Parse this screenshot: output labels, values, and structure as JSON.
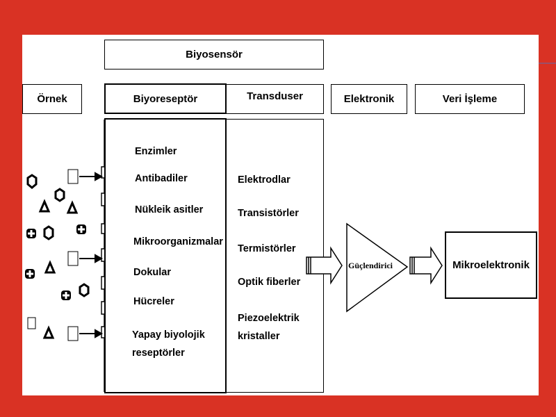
{
  "header": {
    "biosensor": "Biyosensör"
  },
  "columns": {
    "sample": "Örnek",
    "bioreceptor": "Biyoreseptör",
    "transducer": "Transduser",
    "electronics": "Elektronik",
    "data_processing": "Veri İşleme"
  },
  "bioreceptors": [
    "Enzimler",
    "Antibadiler",
    "Nükleik asitler",
    "Mikroorganizmalar",
    "Dokular",
    "Hücreler",
    "Yapay biyolojik",
    "reseptörler"
  ],
  "transducers": [
    "Elektrodlar",
    "Transistörler",
    "Termistörler",
    "Optik fiberler",
    "Piezoelektrik",
    "kristaller"
  ],
  "amplifier": "Güçlendirici",
  "microelectronics": "Mikroelektronik",
  "colors": {
    "frame": "#d93224",
    "panel": "#ffffff",
    "ink": "#000000"
  }
}
